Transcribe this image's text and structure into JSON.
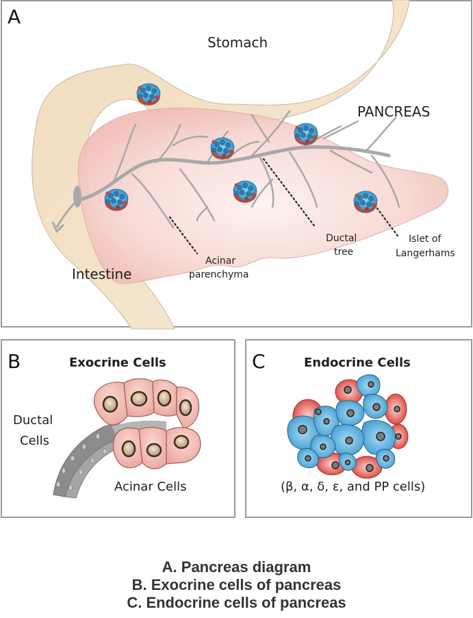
{
  "panels": {
    "a": {
      "letter": "A",
      "labels": {
        "stomach": "Stomach",
        "pancreas": "PANCREAS",
        "intestine": "Intestine",
        "acinar_line1": "Acinar",
        "acinar_line2": "parenchyma",
        "ductal_line1": "Ductal",
        "ductal_line2": "tree",
        "islet_line1": "Islet of",
        "islet_line2": "Langerhams"
      }
    },
    "b": {
      "letter": "B",
      "title": "Exocrine Cells",
      "ductal_line1": "Ductal",
      "ductal_line2": "Cells",
      "acinar": "Acinar Cells"
    },
    "c": {
      "letter": "C",
      "title": "Endocrine Cells",
      "subtitle": "(β, α, δ, ε, and PP cells)"
    }
  },
  "caption": {
    "line1": "A. Pancreas diagram",
    "line2": "B. Exocrine cells of pancreas",
    "line3": "C. Endocrine cells of pancreas"
  },
  "colors": {
    "organ_tan": "#f3e2c8",
    "pancreas_pink": "#f6cfcb",
    "duct_gray": "#a9a9a9",
    "islet_blue": "#4aa3d6",
    "alpha_red": "#d9413a",
    "border_gray": "#9a9a9a"
  }
}
